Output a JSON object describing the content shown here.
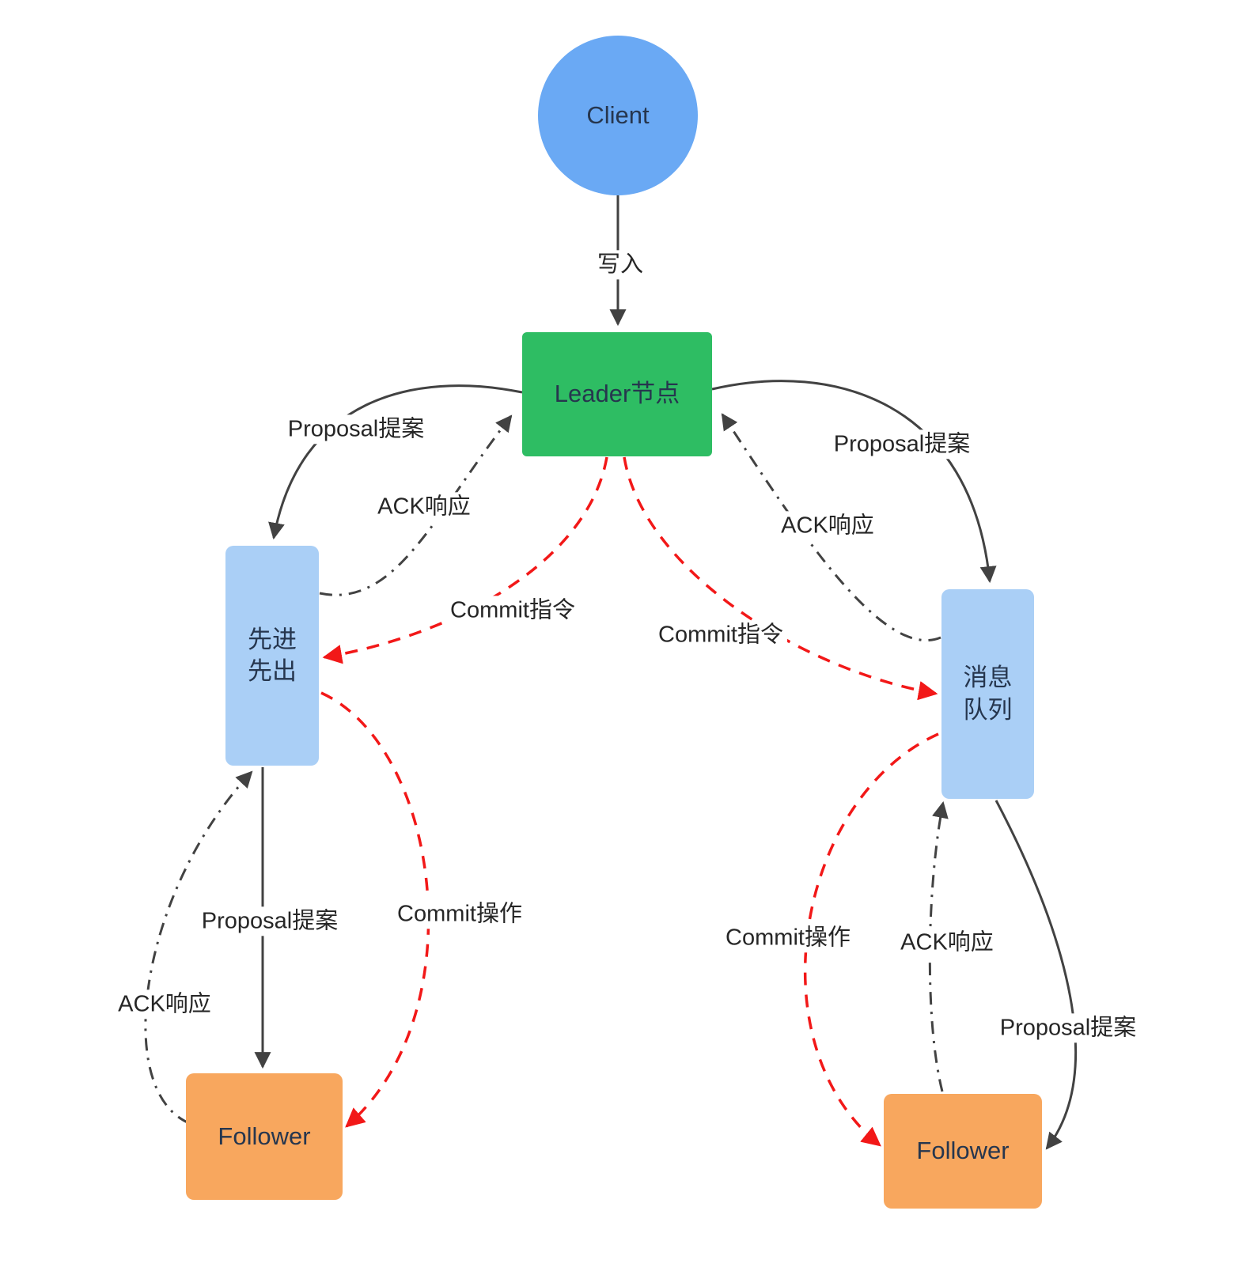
{
  "diagram": {
    "colors": {
      "client_fill": "#6aa9f4",
      "leader_fill": "#2ebd63",
      "queue_fill": "#aacff6",
      "follower_fill": "#f8a75e",
      "edge_dark": "#424242",
      "edge_red": "#f21818",
      "node_text": "#26364e",
      "label_text": "#262626",
      "label_bg": "#ffffff"
    },
    "nodes": {
      "client": {
        "label": "Client",
        "shape": "circle"
      },
      "leader": {
        "label": "Leader节点",
        "shape": "rect"
      },
      "fifo": {
        "line1": "先进",
        "line2": "先出",
        "shape": "rounded-rect"
      },
      "mq": {
        "line1": "消息",
        "line2": "队列",
        "shape": "rounded-rect"
      },
      "follower_left": {
        "label": "Follower",
        "shape": "rounded-rect"
      },
      "follower_right": {
        "label": "Follower",
        "shape": "rounded-rect"
      }
    },
    "edges": [
      {
        "from": "client",
        "to": "leader",
        "style": "solid",
        "label": "写入"
      },
      {
        "from": "leader",
        "to": "fifo",
        "style": "solid",
        "label": "Proposal提案"
      },
      {
        "from": "fifo",
        "to": "leader",
        "style": "dashdot",
        "label": "ACK响应"
      },
      {
        "from": "leader",
        "to": "mq",
        "style": "solid",
        "label": "Proposal提案"
      },
      {
        "from": "mq",
        "to": "leader",
        "style": "dashdot",
        "label": "ACK响应"
      },
      {
        "from": "leader",
        "to": "fifo",
        "style": "red-dashed",
        "label": "Commit指令"
      },
      {
        "from": "leader",
        "to": "mq",
        "style": "red-dashed",
        "label": "Commit指令"
      },
      {
        "from": "fifo",
        "to": "follower_left",
        "style": "solid",
        "label": "Proposal提案"
      },
      {
        "from": "follower_left",
        "to": "fifo",
        "style": "dashdot",
        "label": "ACK响应"
      },
      {
        "from": "fifo",
        "to": "follower_left",
        "style": "red-dashed",
        "label": "Commit操作"
      },
      {
        "from": "mq",
        "to": "follower_right",
        "style": "red-dashed",
        "label": "Commit操作"
      },
      {
        "from": "follower_right",
        "to": "mq",
        "style": "dashdot",
        "label": "ACK响应"
      },
      {
        "from": "mq",
        "to": "follower_right",
        "style": "solid",
        "label": "Proposal提案"
      }
    ]
  }
}
